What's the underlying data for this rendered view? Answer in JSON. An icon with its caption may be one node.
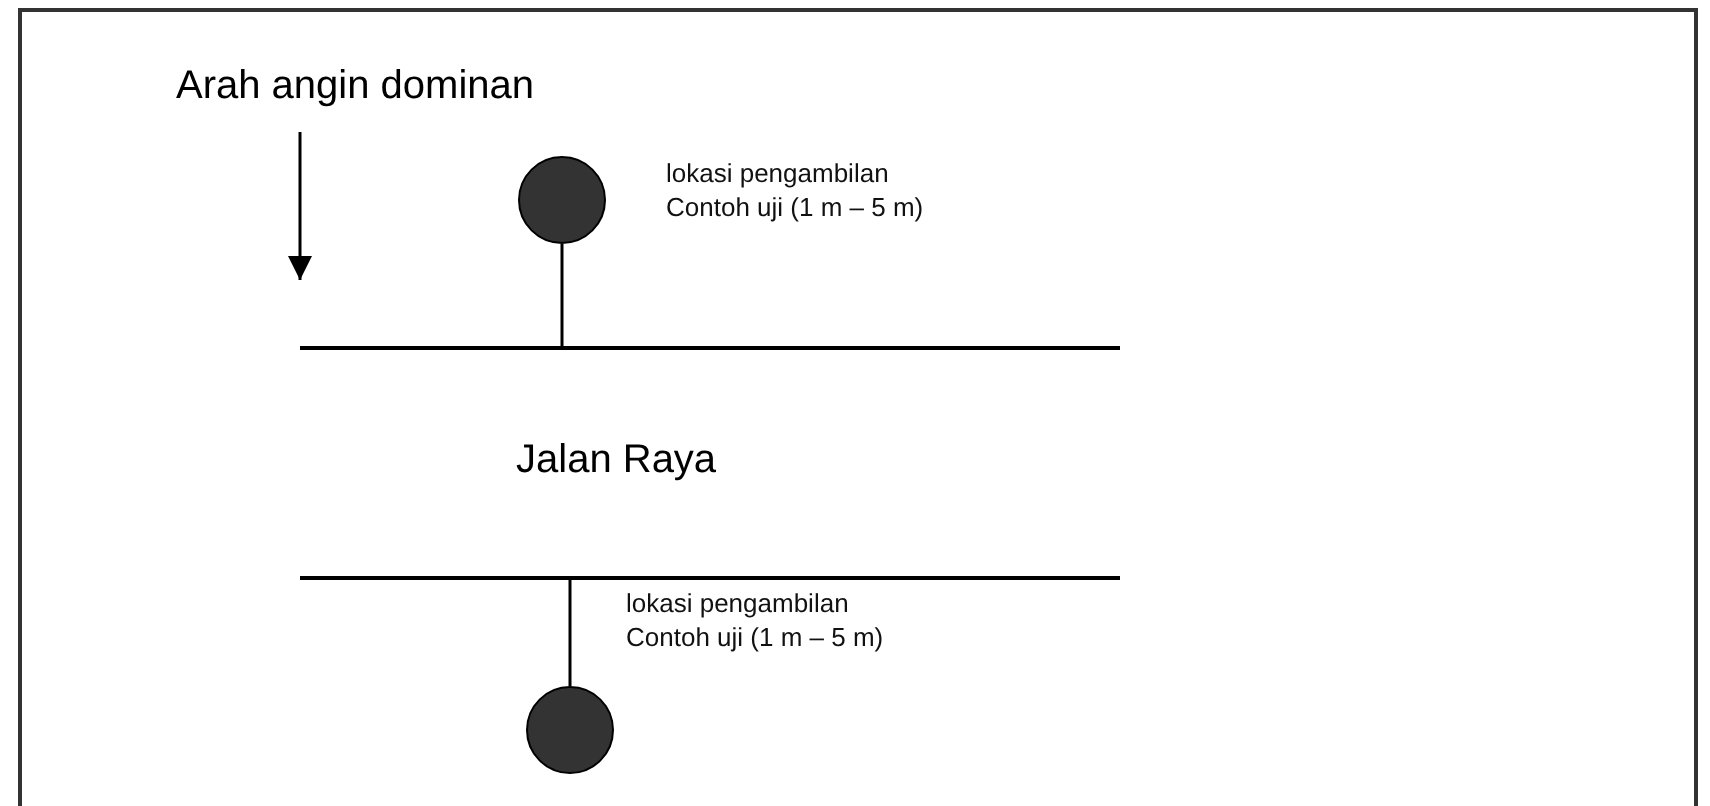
{
  "diagram": {
    "nodes": [
      {
        "text": [],
        "shape": "circle"
      },
      {
        "text": [
          "Jalan Raya"
        ]
      },
      {
        "text": [],
        "shape": "circle"
      }
    ],
    "edges": [
      {
        "from": 0,
        "to": 1,
        "arrow": "none"
      },
      {
        "from": 1,
        "to": 2,
        "arrow": "none"
      }
    ],
    "labels": [
      "Arah angin dominan",
      "lokasi pengambilan Contoh uji (1 m – 5 m)",
      "lokasi pengambilan Contoh uji (1 m – 5 m)"
    ]
  }
}
